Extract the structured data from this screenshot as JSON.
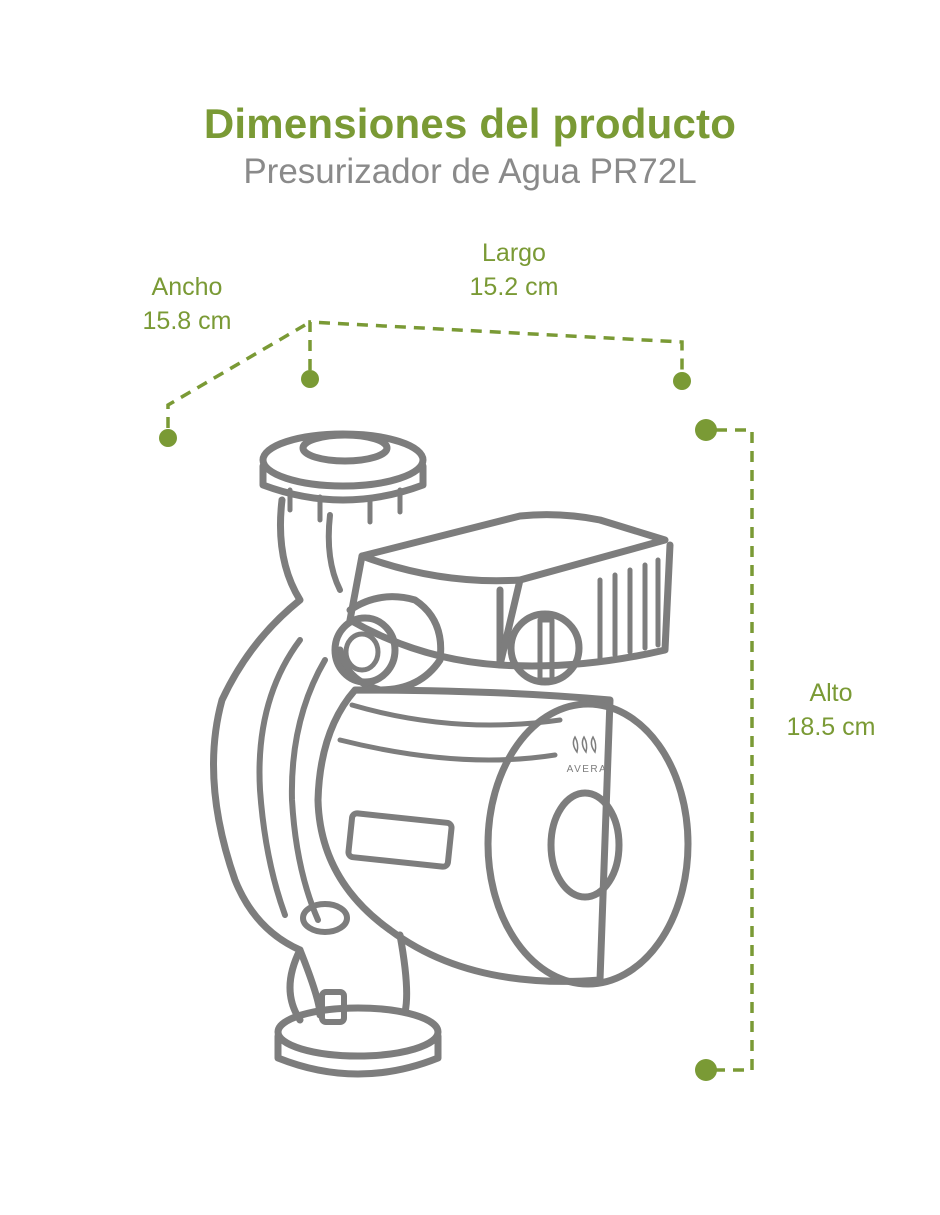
{
  "header": {
    "title": "Dimensiones del producto",
    "subtitle": "Presurizador de Agua PR72L"
  },
  "dimensions": {
    "largo": {
      "label": "Largo",
      "value": "15.2 cm"
    },
    "ancho": {
      "label": "Ancho",
      "value": "15.8 cm"
    },
    "alto": {
      "label": "Alto",
      "value": "18.5 cm"
    }
  },
  "product": {
    "brand": "AVERA",
    "brand_mark": "drops-logo-icon"
  },
  "colors": {
    "accent": "#7a9a35",
    "subtitle": "#8a8a8a",
    "outline": "#7d7d7d"
  }
}
